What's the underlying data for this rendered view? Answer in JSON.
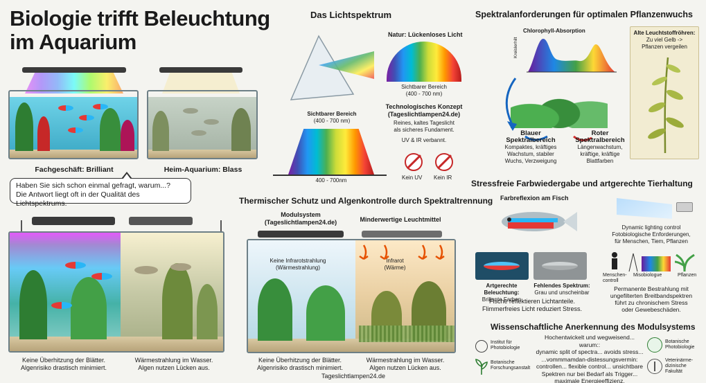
{
  "title": {
    "line1": "Biologie trifft Beleuchtung",
    "line2": "im Aquarium"
  },
  "top_tanks": {
    "left_label": "Fachgeschäft: Brilliant",
    "right_label": "Heim-Aquarium: Blass"
  },
  "speech": {
    "line1": "Haben Sie sich schon einmal gefragt, warum...?",
    "line2": "Die Antwort liegt oft in der Qualität des Lichtspektrums."
  },
  "bottom_left": {
    "left_caption_1": "Keine Überhitzung der Blätter.",
    "left_caption_2": "Algenrisiko drastisch minimiert.",
    "right_caption_1": "Wärmestrahlung im Wasser.",
    "right_caption_2": "Algen nutzen Lücken aus."
  },
  "spectrum_section": {
    "title": "Das Lichtspektrum",
    "nature_label": "Natur: Lückenloses Licht",
    "visible_range_label_1": "Sichtbarer Bereich",
    "visible_range_label_2": "(400 - 700 nm)",
    "visible_left_1": "Sichtbarer Bereich",
    "visible_left_2": "(400 - 700 nm)",
    "axis_label": "400 - 700nm",
    "tech_title_1": "Technologisches Konzept",
    "tech_title_2": "(Tageslichtlampen24.de)",
    "tech_text_1": "Reines, kaltes Tageslicht",
    "tech_text_2": "als sicheres Fundament.",
    "tech_text_3": "UV & IR verbannt.",
    "no_uv": "Kein UV",
    "no_ir": "Kein IR"
  },
  "thermal_section": {
    "title": "Thermischer Schutz und Algenkontrolle durch Spektraltrennung",
    "left_head_1": "Modulsystem",
    "left_head_2": "(Tageslichtlampen24.de)",
    "right_head": "Minderwertige Leuchtmittel",
    "left_inner_1": "Keine Infrarotstrahlung",
    "left_inner_2": "(Wärmestrahlung)",
    "right_inner_1": "Infrarot",
    "right_inner_2": "(Wärme)",
    "left_caption_1": "Keine Überhitzung der Blätter.",
    "left_caption_2": "Algenrisiko drastisch minimiert.",
    "right_caption_1": "Wärmestrahlung im Wasser.",
    "right_caption_2": "Algen nutzen Lücken aus.",
    "footer": "Tageslichtlampen24.de"
  },
  "plant_section": {
    "title": "Spektralanforderungen für optimalen Pflanzenwuchs",
    "chlorophyll": "Chlorophyll-Absorption",
    "axis_y": "Kreislerhilt",
    "blue_title_1": "Blauer",
    "blue_title_2": "Spektralbereich",
    "blue_text_1": "Kompaktes, kräftiges",
    "blue_text_2": "Wachstum, stabiler",
    "blue_text_3": "Wuchs, Verzweigung",
    "red_title_1": "Roter",
    "red_title_2": "Spektralbereich",
    "red_text_1": "Längenwachstum,",
    "red_text_2": "kräftige, kräftige",
    "red_text_3": "Blattfarben",
    "old_lamp_1": "Alte Leuchtstoffröhren:",
    "old_lamp_2": "Zu viel Gelb ->",
    "old_lamp_3": "Pflanzen vergeilen"
  },
  "fish_section": {
    "title": "Stressfreie Farbwiedergabe und artgerechte Tierhaltung",
    "reflection": "Farbreflexion am Fisch",
    "good_1": "Artgerechte Beleuchtung:",
    "good_2": "Brillante Farben",
    "bad_1": "Fehlendes Spektrum:",
    "bad_2": "Grau und unscheinbar",
    "note_1": "Fische reflektieren Lichtanteile.",
    "note_2": "Flimmerfreies Licht reduziert Stress.",
    "dyn_1": "Dynamic lighting control",
    "dyn_2": "Fotobiologische Enforderungen,",
    "dyn_3": "für Menschen, Tiem, Pflanzen",
    "icon_human": "Menschen-",
    "icon_human_2": "controll",
    "icon_bio": "Misobiologue",
    "icon_plant": "Pflanzen",
    "perm_1": "Permanente Bestrahlung mit",
    "perm_2": "ungefilterten Breitbandspektren",
    "perm_3": "führt zu chronischem Stress",
    "perm_4": "oder Gewebeschäden."
  },
  "science_section": {
    "title": "Wissenschaftliche Anerkennung des Modulsystems",
    "inst_1a": "Institut für",
    "inst_1b": "Photobiologie",
    "inst_2a": "Botanische",
    "inst_2b": "Forschungsanstalt",
    "inst_3a": "Botanische",
    "inst_3b": "Photobiologie",
    "inst_4a": "Veterinärme-",
    "inst_4b": "dizinische",
    "inst_4c": "Fakultät",
    "text_1": "Hochentwickelt und wegweisend... warum::",
    "text_2": "dynamic split of spectra... avoids stress...",
    "text_3": "...vommmamdan-distessungsvermin:",
    "text_4": "controllen... flexible control... unsichtbare",
    "text_5": "Spektren nur bei Bedarf als Trigger...",
    "text_6": "maximale Energieeffizienz."
  },
  "colors": {
    "tank_border": "#6d7f86",
    "red_arrow": "#d84315",
    "blue_arrow": "#1565c0"
  }
}
